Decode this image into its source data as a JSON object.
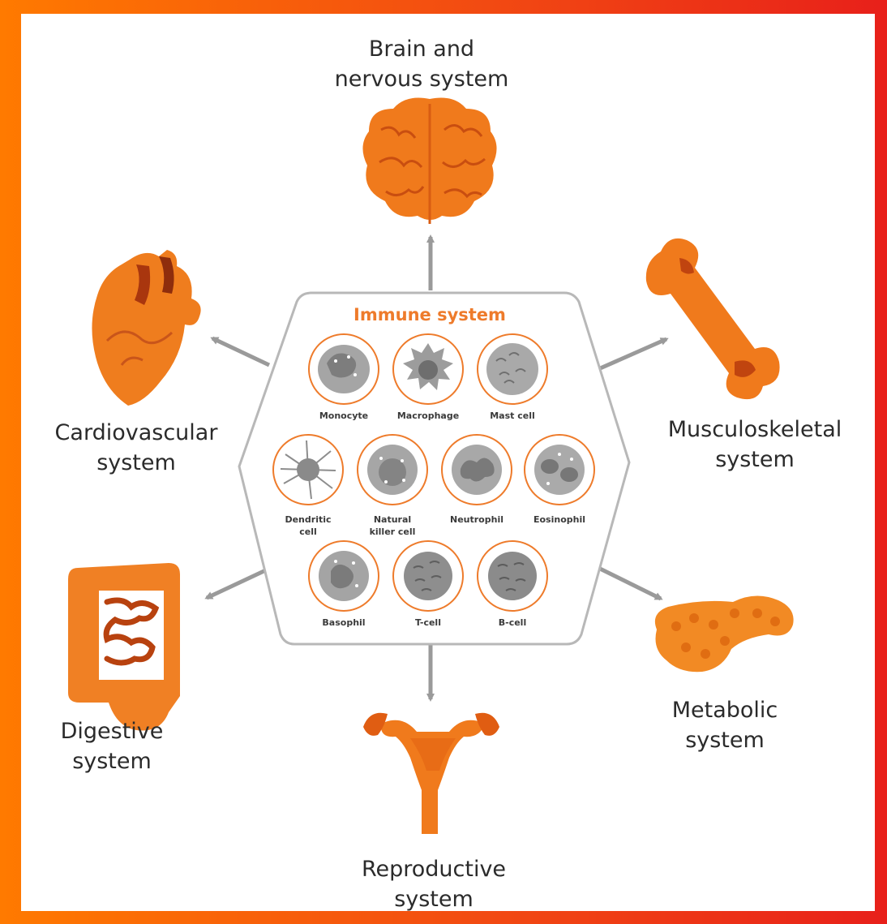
{
  "colors": {
    "frame": "#f24a12",
    "organ": "#f07a1c",
    "organ_dark": "#b84212",
    "arrow": "#9a9a9a",
    "hex_border": "#b8b8b8",
    "accent": "#ee7b2b"
  },
  "center": {
    "title": "Immune system",
    "cells": [
      {
        "label_1": "Monocyte",
        "label_2": "",
        "icon": "monocyte-icon"
      },
      {
        "label_1": "Macrophage",
        "label_2": "",
        "icon": "macrophage-icon"
      },
      {
        "label_1": "Mast cell",
        "label_2": "",
        "icon": "mast-cell-icon"
      },
      {
        "label_1": "Dendritic",
        "label_2": "cell",
        "icon": "dendritic-cell-icon"
      },
      {
        "label_1": "Natural",
        "label_2": "killer cell",
        "icon": "natural-killer-cell-icon"
      },
      {
        "label_1": "Neutrophil",
        "label_2": "",
        "icon": "neutrophil-icon"
      },
      {
        "label_1": "Eosinophil",
        "label_2": "",
        "icon": "eosinophil-icon"
      },
      {
        "label_1": "Basophil",
        "label_2": "",
        "icon": "basophil-icon"
      },
      {
        "label_1": "T-cell",
        "label_2": "",
        "icon": "t-cell-icon"
      },
      {
        "label_1": "B-cell",
        "label_2": "",
        "icon": "b-cell-icon"
      }
    ]
  },
  "systems": {
    "brain": {
      "line1": "Brain and",
      "line2": "nervous system",
      "icon": "brain-icon"
    },
    "cardio": {
      "line1": "Cardiovascular",
      "line2": "system",
      "icon": "heart-icon"
    },
    "musculo": {
      "line1": "Musculoskeletal",
      "line2": "system",
      "icon": "bone-icon"
    },
    "digestive": {
      "line1": "Digestive",
      "line2": "system",
      "icon": "intestines-icon"
    },
    "metabolic": {
      "line1": "Metabolic",
      "line2": "system",
      "icon": "pancreas-icon"
    },
    "reproductive": {
      "line1": "Reproductive",
      "line2": "system",
      "icon": "uterus-icon"
    }
  }
}
